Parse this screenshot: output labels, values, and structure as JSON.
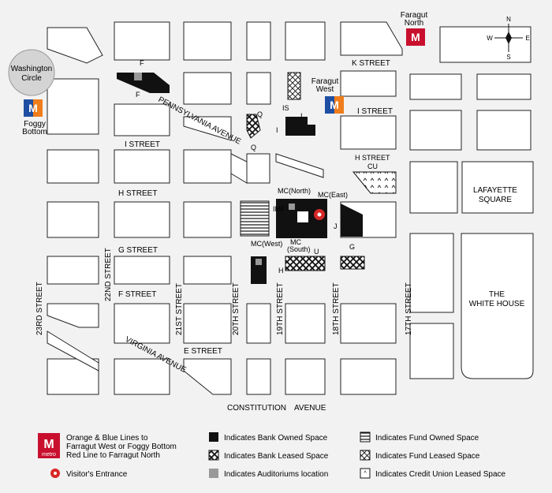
{
  "streets": {
    "k_street": "K STREET",
    "i_street_right": "I STREET",
    "i_street_left": "I STREET",
    "h_street_left": "H STREET",
    "h_street_right": "H STREET",
    "g_street": "G STREET",
    "f_street": "F STREET",
    "e_street": "E STREET",
    "pennsylvania": "PENNSYLVANIA AVENUE",
    "virginia": "VIRGINIA AVENUE",
    "constitution": "CONSTITUTION",
    "avenue": "AVENUE",
    "st23": "23RD STREET",
    "st22": "22ND STREET",
    "st21": "21ST STREET",
    "st20": "20TH STREET",
    "st19": "19TH STREET",
    "st18": "18TH STREET",
    "st17": "17TH STREET"
  },
  "places": {
    "washington_circle_1": "Washington",
    "washington_circle_2": "Circle",
    "foggy_bottom_1": "Foggy",
    "foggy_bottom_2": "Bottom",
    "farragut_west_1": "Faragut",
    "farragut_west_2": "West",
    "farragut_north_1": "Faragut",
    "farragut_north_2": "North",
    "lafayette_1": "LAFAYETTE",
    "lafayette_2": "SQUARE",
    "white_house_1": "THE",
    "white_house_2": "WHITE HOUSE"
  },
  "building_codes": {
    "f_top": "F",
    "f_bottom": "F",
    "is": "IS",
    "i_right": "I",
    "i_left": "I",
    "q_top": "Q",
    "q_bottom": "Q",
    "h_street_cu": "H STREET",
    "cu": "CU",
    "mc_north": "MC(North)",
    "mc_east": "MC(East)",
    "imf": "IMF",
    "j": "J",
    "mc_west": "MC(West)",
    "mc_south_1": "MC",
    "mc_south_2": "(South)",
    "u": "U",
    "g": "G",
    "h": "H"
  },
  "compass": {
    "n": "N",
    "s": "S",
    "e": "E",
    "w": "W"
  },
  "legend": {
    "metro_line1": "Orange & Blue Lines to",
    "metro_line2": "Farragut West or Foggy Bottom",
    "metro_line3": "Red Line to Farragut North",
    "metro_word": "metro",
    "visitors": "Visitor's Entrance",
    "bank_owned": "Indicates Bank Owned Space",
    "bank_leased": "Indicates Bank Leased Space",
    "auditoriums": "Indicates Auditoriums location",
    "fund_owned": "Indicates Fund Owned Space",
    "fund_leased": "Indicates Fund Leased Space",
    "credit_union": "Indicates Credit Union Leased Space"
  },
  "colors": {
    "metro_red": "#c8102e",
    "metro_blue": "#1f4fa3",
    "metro_orange": "#f07d1b",
    "block": "#ffffff",
    "ink": "#1a1a1a"
  }
}
